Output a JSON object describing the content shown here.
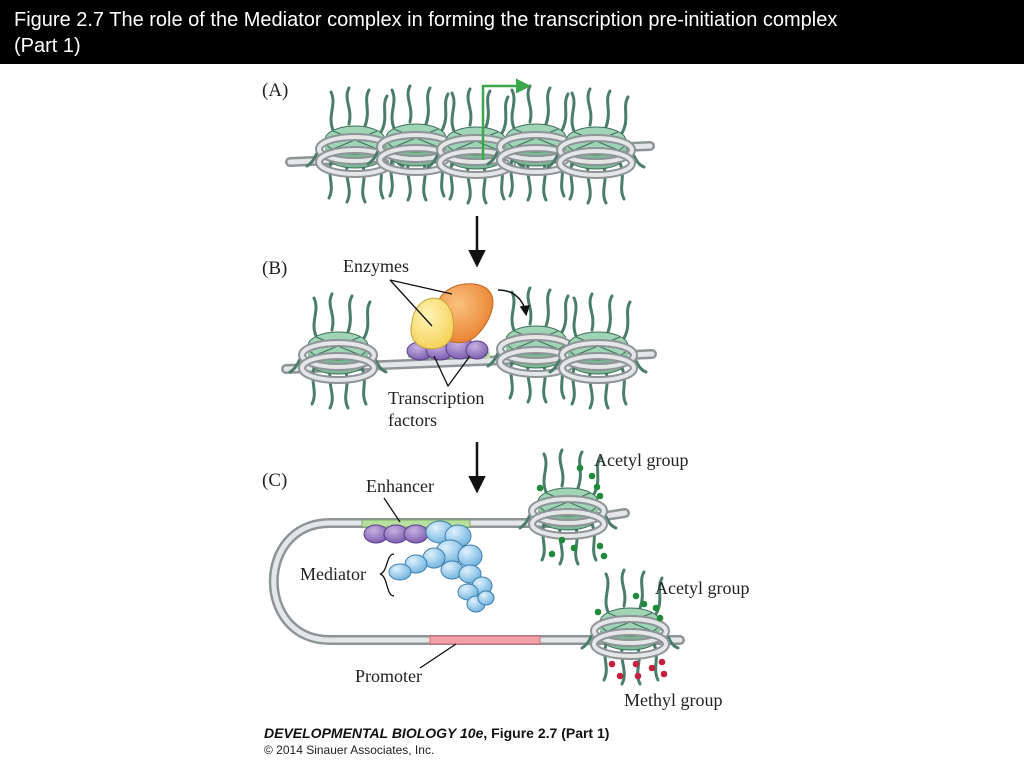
{
  "header": {
    "title_line1": "Figure 2.7  The role of the Mediator complex in forming the transcription pre-initiation complex",
    "title_line2": "(Part 1)"
  },
  "panels": {
    "a": {
      "label": "(A)"
    },
    "b": {
      "label": "(B)",
      "enzymes": "Enzymes",
      "tf_line1": "Transcription",
      "tf_line2": "factors"
    },
    "c": {
      "label": "(C)",
      "enhancer": "Enhancer",
      "mediator": "Mediator",
      "promoter": "Promoter",
      "acetyl_top": "Acetyl group",
      "acetyl_bottom": "Acetyl group",
      "methyl": "Methyl group"
    }
  },
  "credit": {
    "title_italic": "DEVELOPMENTAL BIOLOGY 10e",
    "title_rest": ", Figure 2.7 (Part 1)",
    "copyright": "© 2014 Sinauer Associates, Inc."
  },
  "colors": {
    "nucleosome": "#8ec9a8",
    "dna": "#c9ccce",
    "tail": "#4a7d6a",
    "enhancer": "#b7dfa0",
    "promoter": "#f2a0a6",
    "transcription_factor": "#9a80c0",
    "mediator": "#8cc6ea",
    "enzyme_orange": "#f29a4a",
    "enzyme_yellow": "#fbe07a",
    "acetyl": "#1f8a3a",
    "methyl": "#c4213e",
    "tss_arrow": "#3aa84a"
  }
}
